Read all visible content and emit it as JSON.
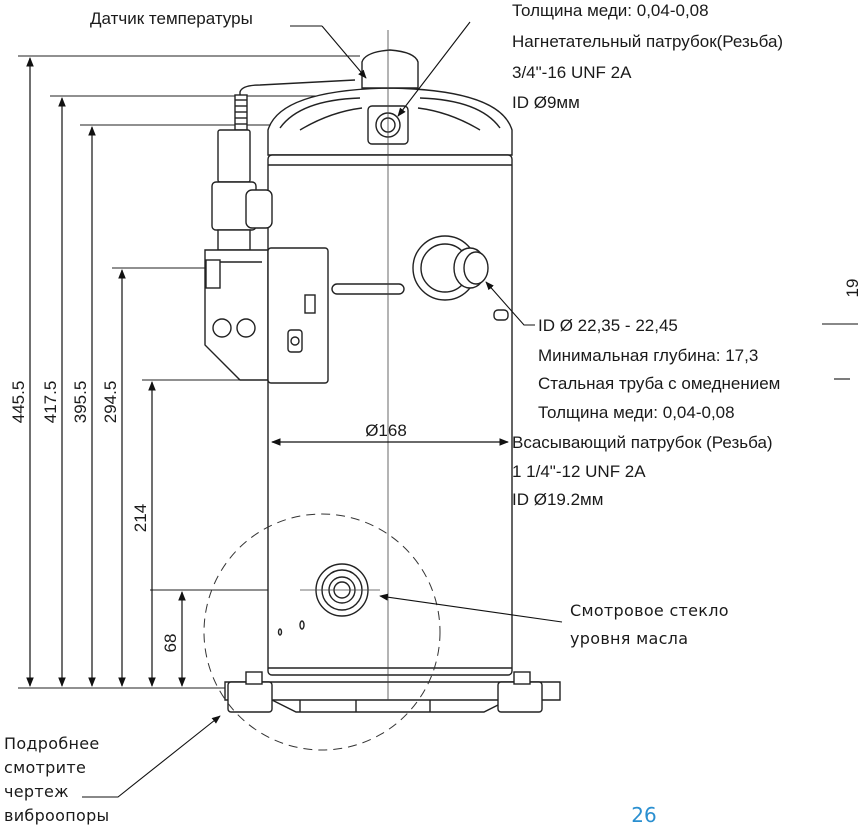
{
  "labels": {
    "temp_sensor": "Датчик температуры",
    "discharge": [
      "Толщина меди: 0,04-0,08",
      "Нагнетательный патрубок(Резьба)",
      "3/4\"-16 UNF 2A",
      "ID Ø9мм"
    ],
    "suction": [
      "ID Ø 22,35 - 22,45",
      "Минимальная глубина: 17,3",
      "Стальная труба с омеднением",
      "Толщина меди: 0,04-0,08",
      "Всасывающий патрубок (Резьба)",
      "1 1/4\"-12 UNF 2A",
      "ID Ø19.2мм"
    ],
    "sight_glass": [
      "Смотровое стекло",
      "уровня масла"
    ],
    "foot_detail": [
      "Подробнее",
      "смотрите",
      "чертеж",
      "виброопоры"
    ],
    "side_dim": "19"
  },
  "dimensions": {
    "h1": "445.5",
    "h2": "417.5",
    "h3": "395.5",
    "h4": "294.5",
    "h5": "214",
    "h6": "68",
    "diameter": "Ø168"
  },
  "page_number": "26"
}
